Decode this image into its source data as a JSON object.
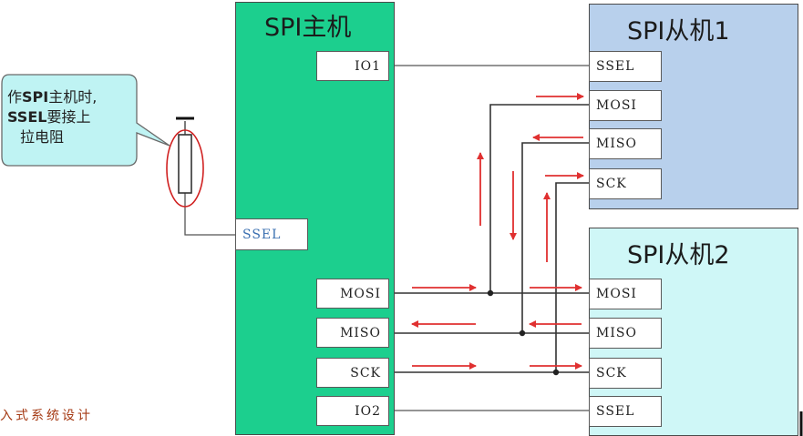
{
  "master": {
    "title": "SPI主机",
    "pins": {
      "io1": "IO1",
      "ssel": "SSEL",
      "mosi": "MOSI",
      "miso": "MISO",
      "sck": "SCK",
      "io2": "IO2"
    }
  },
  "slave1": {
    "title": "SPI从机1",
    "pins": {
      "ssel": "SSEL",
      "mosi": "MOSI",
      "miso": "MISO",
      "sck": "SCK"
    }
  },
  "slave2": {
    "title": "SPI从机2",
    "pins": {
      "mosi": "MOSI",
      "miso": "MISO",
      "sck": "SCK",
      "ssel": "SSEL"
    }
  },
  "callout": {
    "line1_prefix": "作",
    "line1_bold": "SPI",
    "line1_suffix": "主机时,",
    "line2_bold": "SSEL",
    "line2_suffix": "要接上",
    "line3": "拉电阻"
  },
  "footer": "入式系统设计",
  "colors": {
    "master_fill": "#1ccf8e",
    "slave1_fill": "#b8d0ec",
    "slave2_fill": "#cff7f7",
    "callout_fill": "#bff3f3",
    "arrow": "#e03030",
    "highlight_ring": "#d02020"
  }
}
